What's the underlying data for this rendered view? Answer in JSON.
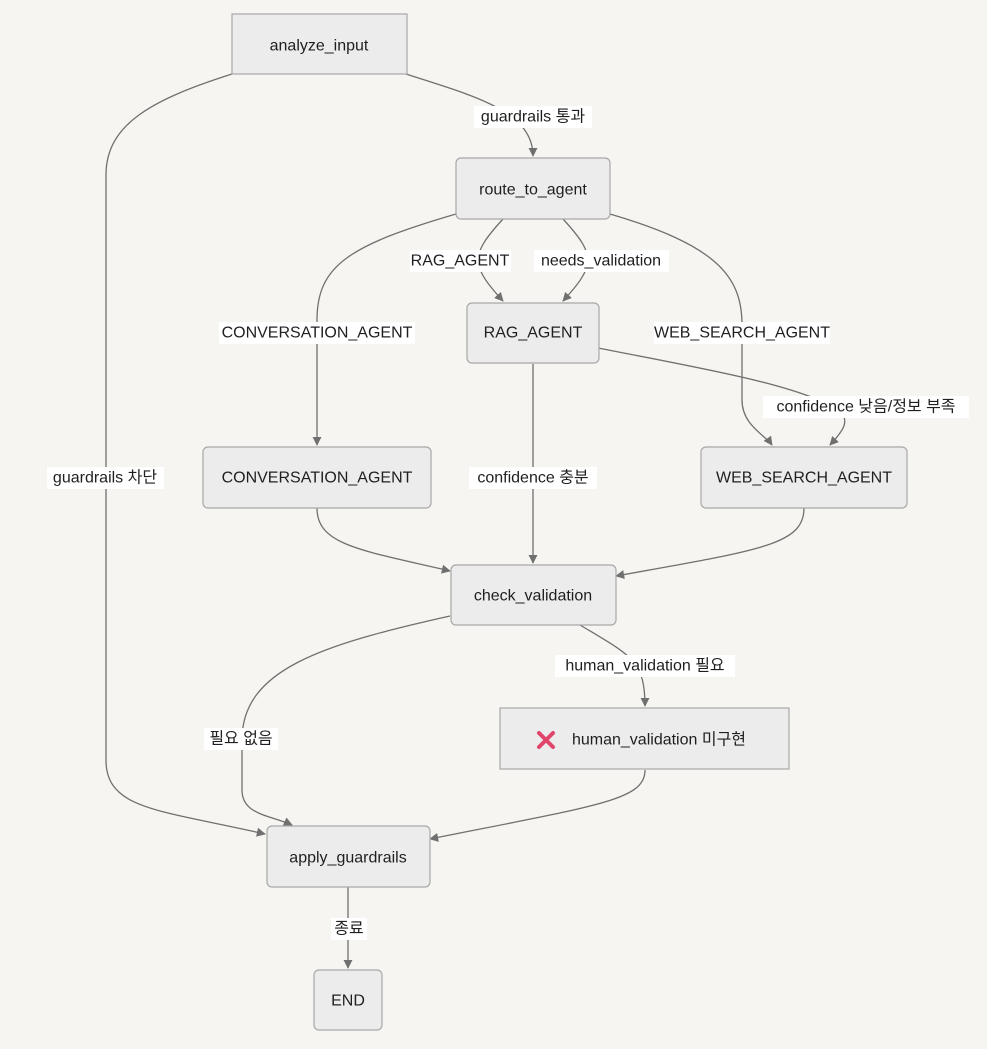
{
  "colors": {
    "background": "#f6f5f1",
    "node_fill": "#ececec",
    "node_stroke": "#a8a8a8",
    "edge_stroke": "#707070",
    "label_background": "#ffffff",
    "cross_icon": "#e0456b"
  },
  "nodes": {
    "analyze_input": "analyze_input",
    "route_to_agent": "route_to_agent",
    "rag_agent": "RAG_AGENT",
    "conversation_agent": "CONVERSATION_AGENT",
    "web_search_agent": "WEB_SEARCH_AGENT",
    "check_validation": "check_validation",
    "human_validation": "human_validation 미구현",
    "human_validation_icon": "cross-mark-icon",
    "apply_guardrails": "apply_guardrails",
    "end": "END"
  },
  "edges": {
    "guardrails_pass": "guardrails 통과",
    "guardrails_block": "guardrails 차단",
    "route_rag": "RAG_AGENT",
    "route_needs_validation": "needs_validation",
    "route_conversation": "CONVERSATION_AGENT",
    "route_web_search": "WEB_SEARCH_AGENT",
    "confidence_low": "confidence 낮음/정보 부족",
    "confidence_enough": "confidence 충분",
    "human_validation_needed": "human_validation 필요",
    "no_validation_needed": "필요 없음",
    "finish": "종료"
  }
}
